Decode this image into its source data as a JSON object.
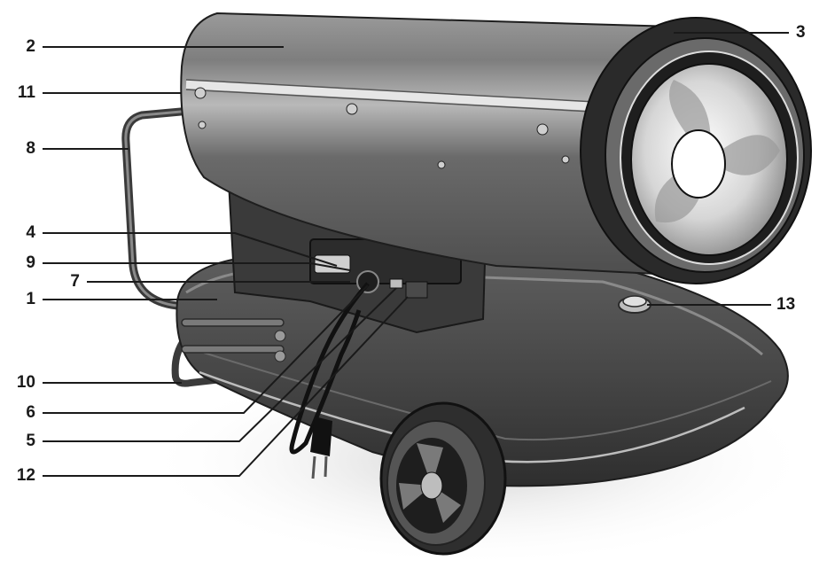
{
  "diagram": {
    "subject": "diesel-heater",
    "callouts": [
      {
        "id": "c2",
        "label": "2"
      },
      {
        "id": "c3",
        "label": "3"
      },
      {
        "id": "c11",
        "label": "11"
      },
      {
        "id": "c8",
        "label": "8"
      },
      {
        "id": "c4",
        "label": "4"
      },
      {
        "id": "c9",
        "label": "9"
      },
      {
        "id": "c7",
        "label": "7"
      },
      {
        "id": "c1",
        "label": "1"
      },
      {
        "id": "c13",
        "label": "13"
      },
      {
        "id": "c10",
        "label": "10"
      },
      {
        "id": "c6",
        "label": "6"
      },
      {
        "id": "c5",
        "label": "5"
      },
      {
        "id": "c12",
        "label": "12"
      }
    ],
    "colors": {
      "line": "#1a1a1a",
      "body_dark": "#4a4a4a",
      "body_mid": "#7a7a7a",
      "body_light": "#b5b5b5",
      "shadow": "#d8d8d8"
    }
  }
}
